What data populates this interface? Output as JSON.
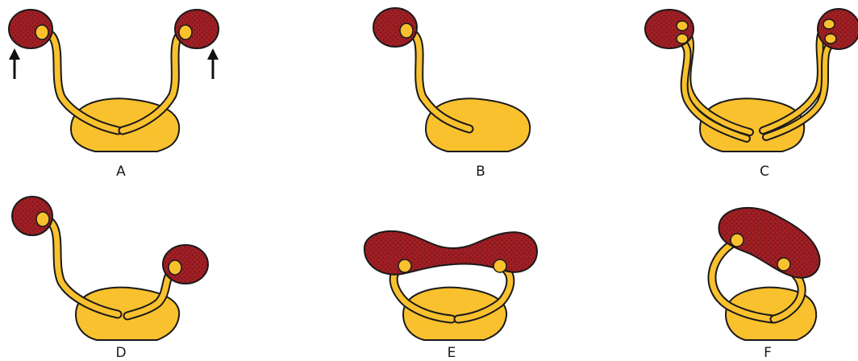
{
  "panels": [
    {
      "id": "A",
      "label": "A"
    },
    {
      "id": "B",
      "label": "B"
    },
    {
      "id": "C",
      "label": "C"
    },
    {
      "id": "D",
      "label": "D"
    },
    {
      "id": "E",
      "label": "E"
    },
    {
      "id": "F",
      "label": "F"
    }
  ],
  "colors": {
    "kidney": "#9e1f24",
    "kidney_dots": "#5a0c10",
    "ureter": "#f9c12e",
    "bladder": "#f9c12e",
    "outline": "#1a1a1a",
    "arrow": "#111111"
  },
  "icons": [
    "arrow-up-icon"
  ]
}
